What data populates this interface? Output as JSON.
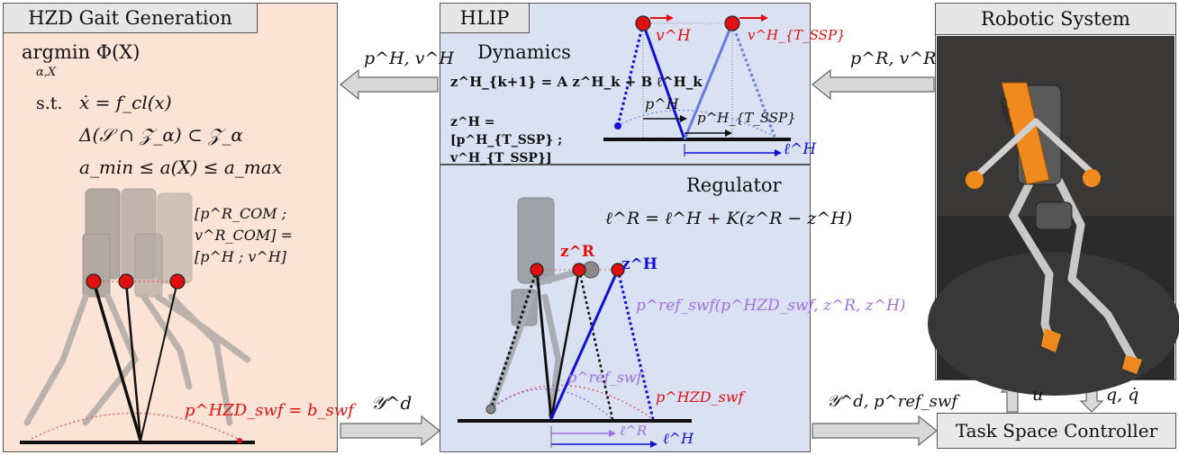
{
  "hzd": {
    "title": "HZD Gait Generation",
    "argmin": "argmin Φ(X)",
    "argmin_sub": "α,X",
    "st": "s.t.",
    "c1": "ẋ = f_cl(x)",
    "c2": "Δ(𝒮 ∩ 𝒵_α) ⊂ 𝒵_α",
    "c3": "a_min ≤ a(X) ≤ a_max",
    "mapping": "[p^R_COM ; v^R_COM] = [p^H ; v^H]",
    "swf": "p^HZD_swf = b_swf"
  },
  "hlip": {
    "title": "HLIP",
    "dynamics_label": "Dynamics",
    "dyn_eq": "z^H_{k+1} = A z^H_k + B ℓ^H_k",
    "state_def": "z^H = [p^H_{T_SSP} ; v^H_{T_SSP}]",
    "vH": "v^H",
    "vH_ssp": "v^H_{T_SSP}",
    "pH": "p^H",
    "pH_ssp": "p^H_{T_SSP}",
    "lH": "ℓ^H"
  },
  "regulator": {
    "title": "Regulator",
    "eq": "ℓ^R = ℓ^H + K(z^R − z^H)",
    "zR": "z^R",
    "zH": "z^H",
    "pref_fn": "p^ref_swf(p^HZD_swf, z^R, z^H)",
    "pref": "p^ref_swf",
    "phzd": "p^HZD_swf",
    "lR": "ℓ^R",
    "lH": "ℓ^H"
  },
  "robot": {
    "title": "Robotic System",
    "brand": "Caltech",
    "u": "u",
    "qdq": "q, q̇"
  },
  "controller": {
    "title": "Task Space Controller"
  },
  "arrows": {
    "to_hzd": "p^H, v^H",
    "from_robot": "p^R, v^R",
    "yd": "𝒴^d",
    "yd_pref": "𝒴^d, p^ref_swf"
  },
  "colors": {
    "hzd_bg": "#fbe4d6",
    "hlip_bg": "#d9e1f2",
    "blue": "#1010d8",
    "red": "#e01010",
    "purple": "#a070e0",
    "arrow_fill": "#d8d8d8"
  }
}
